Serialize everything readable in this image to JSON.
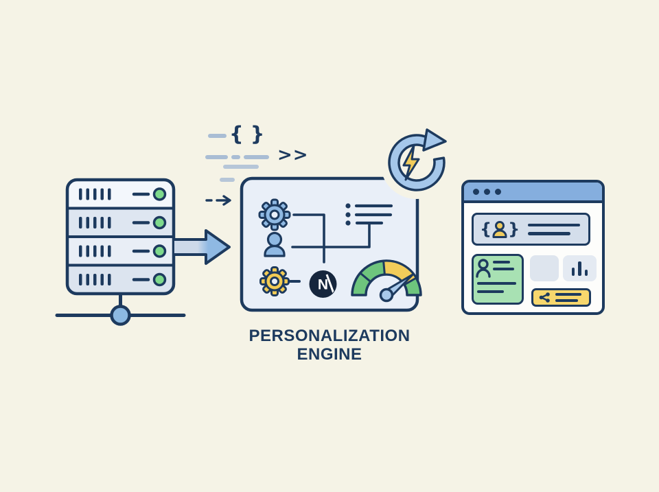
{
  "scene": {
    "background": "#f5f3e6",
    "outline": "#1d3a5e"
  },
  "title": {
    "line1": "PERSONALIZATION",
    "line2": "ENGINE"
  },
  "server": {
    "rows": 4,
    "slots_per_row": 5,
    "row_fills": [
      "#f3f7fc",
      "#dee6f1",
      "#e9eef6",
      "#dce4ef"
    ],
    "led_color": "#7ed98c",
    "network_node_color": "#8cb9e2"
  },
  "code_decor": {
    "braces": "{ }",
    "chevrons": ">>",
    "dash_color": "#a9bdd4",
    "line_color": "#b6c6d8"
  },
  "flow_arrow": {
    "tail_color": "#cdd9e9",
    "head_color": "#8fb9e3"
  },
  "engine": {
    "box_fill": "#e9eff8",
    "logo_letter": "N",
    "logo_bg": "#16263d",
    "gear_blue": "#8fb9e3",
    "gear_yellow": "#f2cb54",
    "user_color": "#8fb9e3",
    "list_items": 3,
    "gauge": {
      "green": "#6ec57d",
      "yellow": "#f2cc5a",
      "needle": "#a9c9ea"
    }
  },
  "refresh_badge": {
    "ring_color": "#a5c7ea",
    "bolt_color": "#f2cc5a"
  },
  "browser": {
    "titlebar_color": "#85aede",
    "window_dots": 3,
    "profile_card": {
      "brace_open": "{",
      "brace_close": "}",
      "avatar_color": "#f0cc5e",
      "fill": "#d4deeb"
    },
    "user_card_fill": "#a8e1b3",
    "placeholder_fill": "#dee5ee",
    "chart_card_fill": "#e4eaf2",
    "cta_card_fill": "#f7d76d"
  }
}
